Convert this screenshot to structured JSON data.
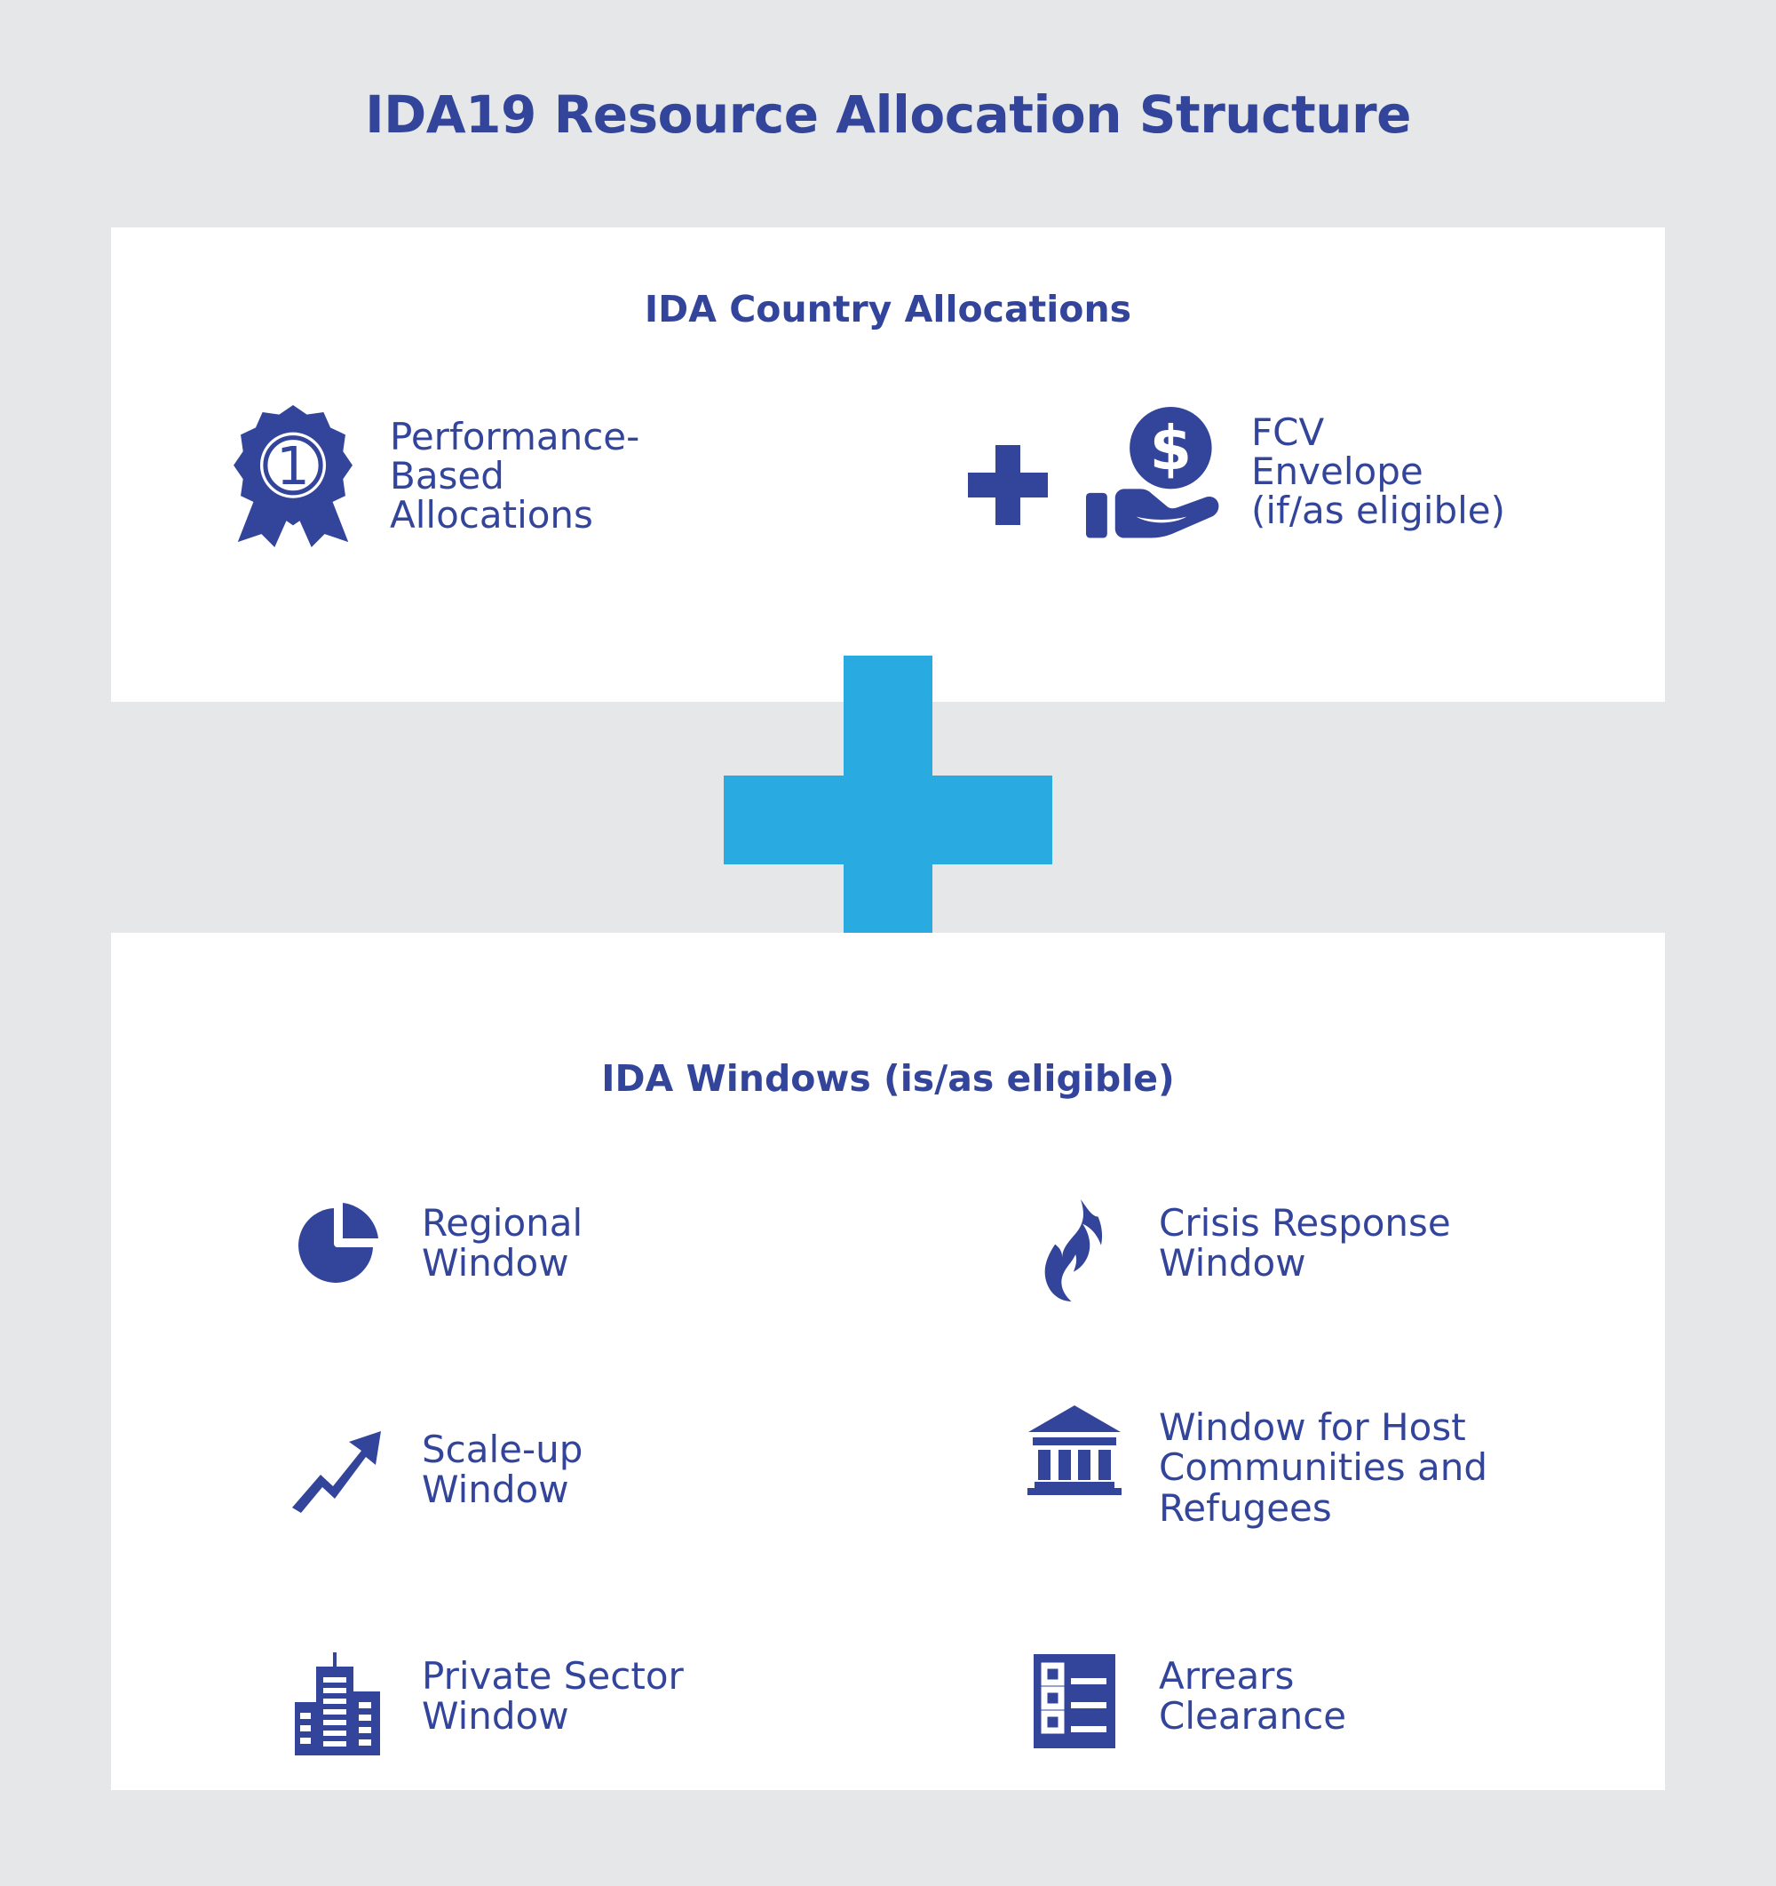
{
  "page": {
    "title": "IDA19 Resource Allocation Structure",
    "background_color": "#e6e7e8",
    "card_color": "#ffffff",
    "primary_blue": "#33449b",
    "accent_blue": "#29abe2"
  },
  "country_allocations": {
    "heading": "IDA Country Allocations",
    "operator": "+",
    "items": [
      {
        "icon": "award-ribbon-icon",
        "badge_number": "1",
        "label": "Performance-\nBased\nAllocations"
      },
      {
        "icon": "hand-with-dollar-coin-icon",
        "label": "FCV\nEnvelope\n(if/as eligible)"
      }
    ]
  },
  "connector": {
    "operator": "+",
    "color": "#29abe2"
  },
  "ida_windows": {
    "heading": "IDA Windows (is/as eligible)",
    "items": [
      {
        "icon": "pie-chart-icon",
        "label": "Regional\nWindow"
      },
      {
        "icon": "flame-icon",
        "label": "Crisis Response\nWindow"
      },
      {
        "icon": "trending-up-arrow-icon",
        "label": "Scale-up\nWindow"
      },
      {
        "icon": "bank-building-icon",
        "label": "Window for Host\nCommunities and\nRefugees"
      },
      {
        "icon": "office-buildings-icon",
        "label": "Private Sector\nWindow"
      },
      {
        "icon": "checklist-icon",
        "label": "Arrears\nClearance"
      }
    ]
  }
}
